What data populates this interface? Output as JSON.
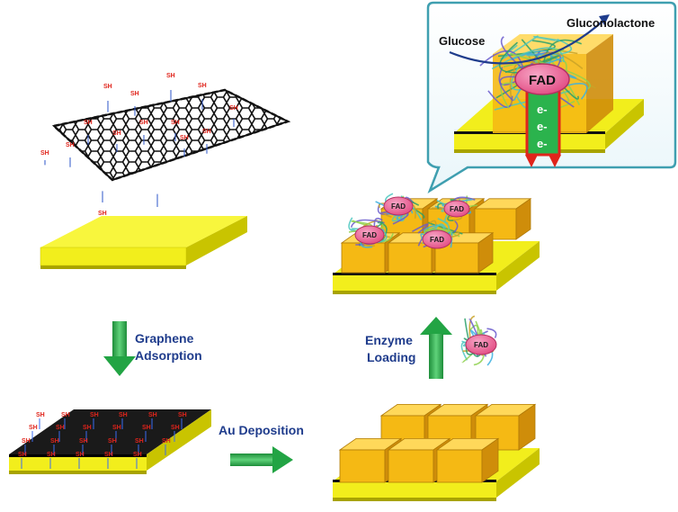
{
  "labels": {
    "graphene_adsorption": [
      "Graphene",
      "Adsorption"
    ],
    "au_deposition": "Au Deposition",
    "enzyme_loading": [
      "Enzyme",
      "Loading"
    ],
    "glucose": "Glucose",
    "gluconolactone": "Gluconolactone",
    "fad": "FAD",
    "thiol": "SH",
    "electron": "e-"
  },
  "colors": {
    "gold": "#f2ee1c",
    "gold_side": "#c9c400",
    "gold_dark": "#a8a300",
    "graphene": "#111111",
    "thiol": "#e0241b",
    "cube": "#f5b914",
    "cube_top": "#ffd85a",
    "cube_side": "#cf8d0a",
    "arrow": "#27b24a",
    "fad": "#ea5a8e",
    "text": "#1f3c8c",
    "callout": "#3f9fb0"
  }
}
